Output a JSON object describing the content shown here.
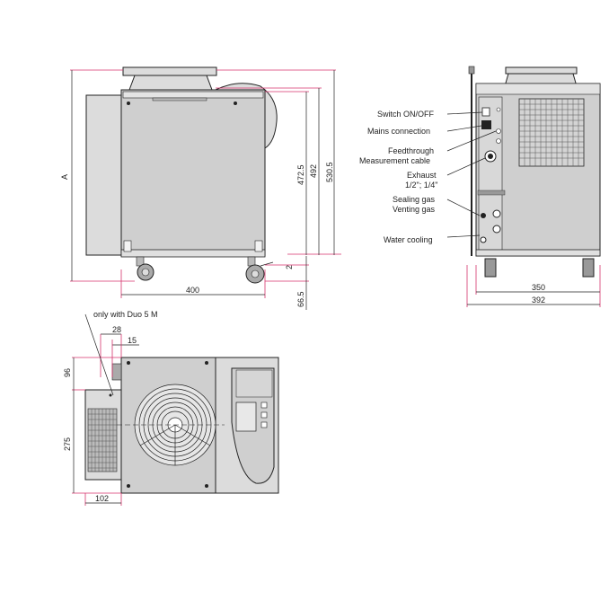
{
  "side_view": {
    "dim_a": "A",
    "dim_472_5": "472.5",
    "dim_492": "492",
    "dim_530_5": "530.5",
    "dim_2": "2",
    "dim_400": "400",
    "dim_66_5": "66.5"
  },
  "rear_view": {
    "labels": {
      "switch": "Switch ON/OFF",
      "mains": "Mains connection",
      "feedthrough": "Feedthrough",
      "measurement": "Measurement cable",
      "exhaust": "Exhaust",
      "exhaust_size": "1/2\"; 1/4\"",
      "sealing": "Sealing gas",
      "venting": "Venting gas",
      "water": "Water cooling"
    },
    "dim_350": "350",
    "dim_392": "392"
  },
  "top_view": {
    "note": "only with Duo 5 M",
    "dim_28": "28",
    "dim_15": "15",
    "dim_96": "96",
    "dim_275": "275",
    "dim_102": "102"
  },
  "colors": {
    "dimension_line": "#d6336c",
    "housing": "#cfcfcf",
    "outline": "#222222"
  }
}
